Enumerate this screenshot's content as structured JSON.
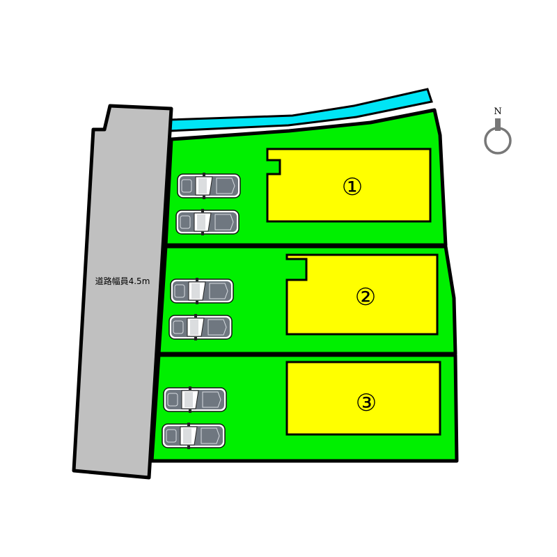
{
  "road": {
    "label": "道路幅員4.5m"
  },
  "lots": [
    {
      "number": "①",
      "parking_spaces": 2
    },
    {
      "number": "②",
      "parking_spaces": 2
    },
    {
      "number": "③",
      "parking_spaces": 2
    }
  ],
  "compass": {
    "letter": "N",
    "icon": "north-arrow-icon"
  },
  "colors": {
    "lot": "#00f000",
    "building": "#ffff00",
    "road": "#c0c0c0",
    "waterway": "#00e5f5",
    "car": "#6f7780",
    "outline": "#000000"
  }
}
